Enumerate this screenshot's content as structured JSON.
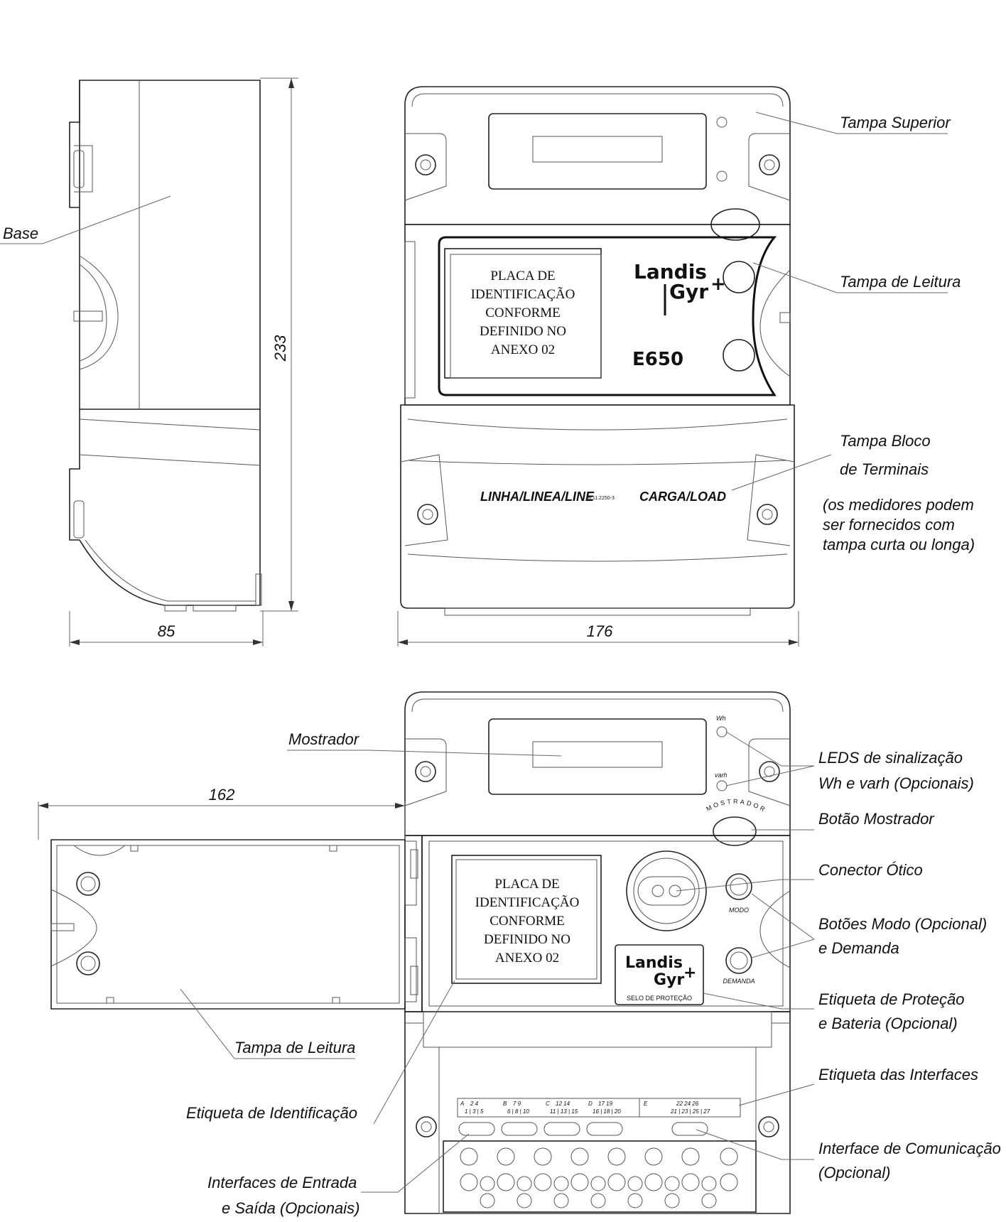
{
  "dimensions": {
    "height": "233",
    "depth": "85",
    "width": "176",
    "cover_open": "162"
  },
  "labels": {
    "base": "Base",
    "tampa_superior": "Tampa Superior",
    "tampa_leitura": "Tampa de Leitura",
    "tampa_bloco_line1": "Tampa Bloco",
    "tampa_bloco_line2": "de Terminais",
    "note_line1": "(os medidores podem",
    "note_line2": "ser fornecidos com",
    "note_line3": "tampa curta ou longa)",
    "mostrador": "Mostrador",
    "leds_line1": "LEDS de sinalização",
    "leds_line2": "Wh e varh (Opcionais)",
    "botao_mostrador": "Botão Mostrador",
    "conector_otico": "Conector Ótico",
    "botoes_line1": "Botões Modo (Opcional)",
    "botoes_line2": "e Demanda",
    "etiqueta_protecao_line1": "Etiqueta de Proteção",
    "etiqueta_protecao_line2": "e Bateria (Opcional)",
    "etiqueta_interfaces": "Etiqueta das Interfaces",
    "interface_com_line1": "Interface de Comunicação",
    "interface_com_line2": "(Opcional)",
    "tampa_leitura_open": "Tampa de Leitura",
    "etiqueta_identificacao": "Etiqueta de Identificação",
    "interfaces_es_line1": "Interfaces de Entrada",
    "interfaces_es_line2": "e Saída (Opcionais)"
  },
  "plate": {
    "lines": [
      "PLACA DE",
      "IDENTIFICAÇÃO",
      "CONFORME",
      "DEFINIDO NO",
      "ANEXO 02"
    ]
  },
  "brand": {
    "name_line1": "Landis",
    "name_line2": "Gyr",
    "plus": "+",
    "model": "E650",
    "seal": "SELO DE PROTEÇÃO"
  },
  "terminal_cover": {
    "left": "LINHA/LINEA/LINE",
    "code": "6.11.2250-3",
    "right": "CARGA/LOAD"
  },
  "device_marks": {
    "wh": "Wh",
    "varh": "varh",
    "mostrador_arc": "MOSTRADOR",
    "modo": "MODO",
    "demanda": "DEMANDA"
  },
  "interface_strip": {
    "groups": [
      {
        "letter": "A",
        "top": "2  4",
        "bottom": "1 | 3 | 5"
      },
      {
        "letter": "B",
        "top": "7  9",
        "bottom": "6 | 8 | 10"
      },
      {
        "letter": "C",
        "top": "12  14",
        "bottom": "11 | 13 | 15"
      },
      {
        "letter": "D",
        "top": "17  19",
        "bottom": "16 | 18 | 20"
      },
      {
        "letter": "E",
        "top": "22  24  26",
        "bottom": "21 | 23 | 25 | 27"
      }
    ]
  }
}
